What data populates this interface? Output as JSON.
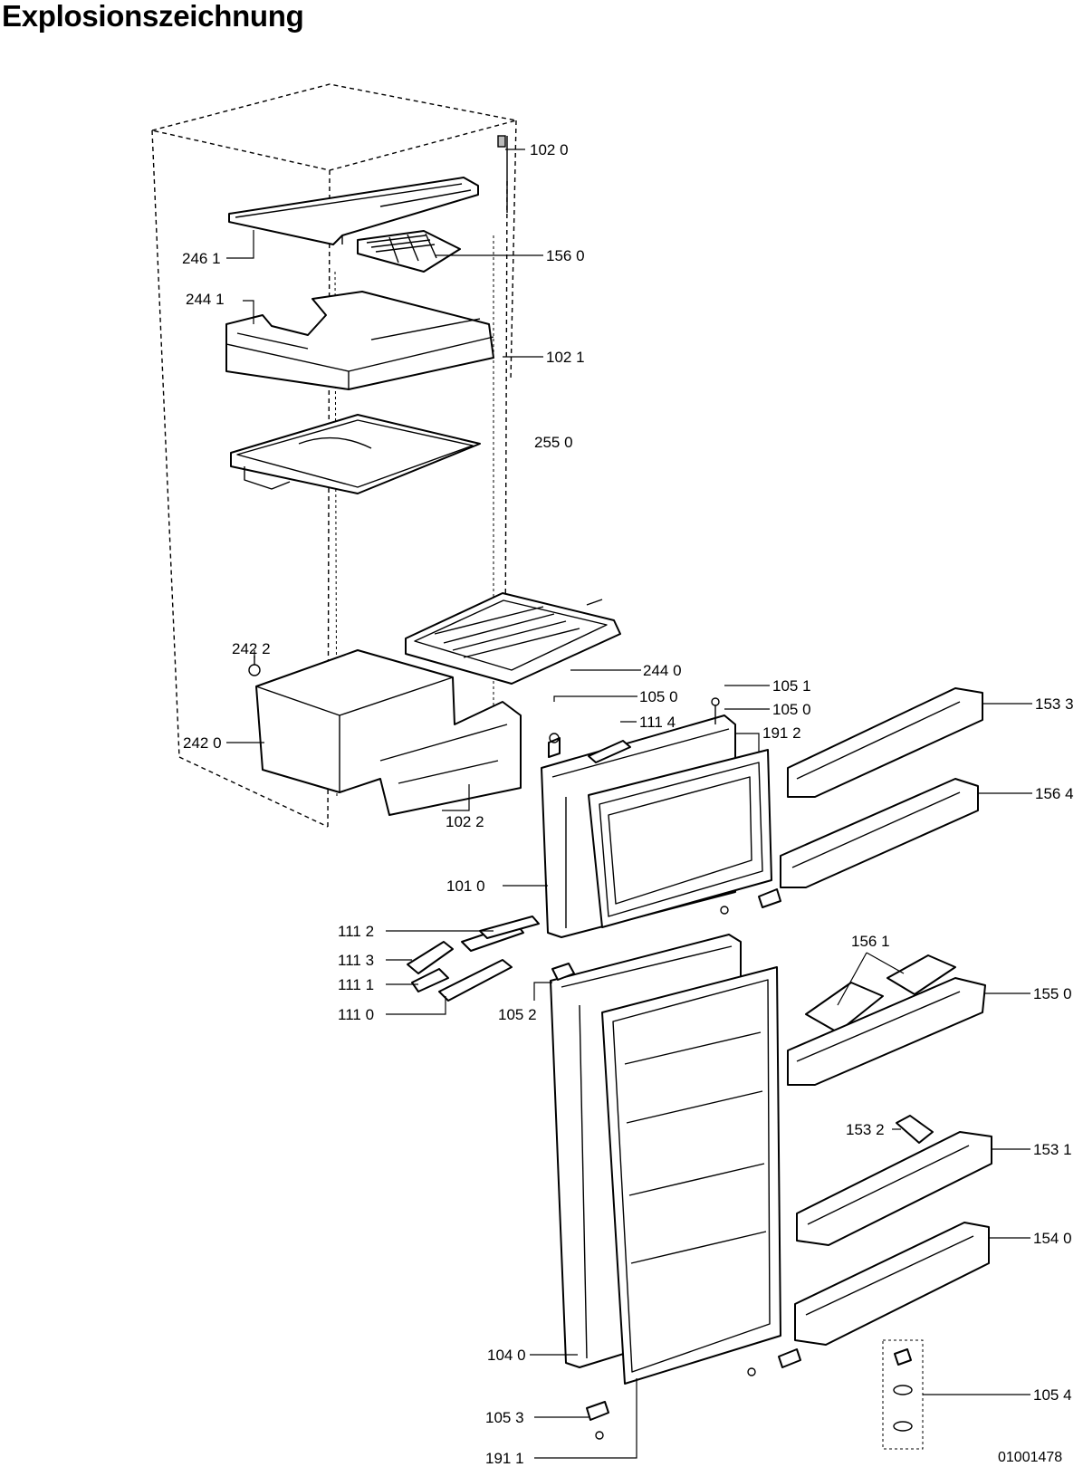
{
  "title": "Explosionszeichnung",
  "doc_number": "01001478",
  "parts": [
    {
      "code": "102 0"
    },
    {
      "code": "246 1"
    },
    {
      "code": "156 0"
    },
    {
      "code": "244 1"
    },
    {
      "code": "102 1"
    },
    {
      "code": "255 0"
    },
    {
      "code": "242 2"
    },
    {
      "code": "244 0"
    },
    {
      "code": "242 0"
    },
    {
      "code": "102 2"
    },
    {
      "code": "105 1"
    },
    {
      "code": "105 0"
    },
    {
      "code": "105 0"
    },
    {
      "code": "111 4"
    },
    {
      "code": "191 2"
    },
    {
      "code": "153 3"
    },
    {
      "code": "156 4"
    },
    {
      "code": "101 0"
    },
    {
      "code": "111 2"
    },
    {
      "code": "111 3"
    },
    {
      "code": "111 1"
    },
    {
      "code": "111 0"
    },
    {
      "code": "105 2"
    },
    {
      "code": "156 1"
    },
    {
      "code": "155 0"
    },
    {
      "code": "153 2"
    },
    {
      "code": "153 1"
    },
    {
      "code": "154 0"
    },
    {
      "code": "104 0"
    },
    {
      "code": "105 4"
    },
    {
      "code": "105 3"
    },
    {
      "code": "191 1"
    }
  ]
}
